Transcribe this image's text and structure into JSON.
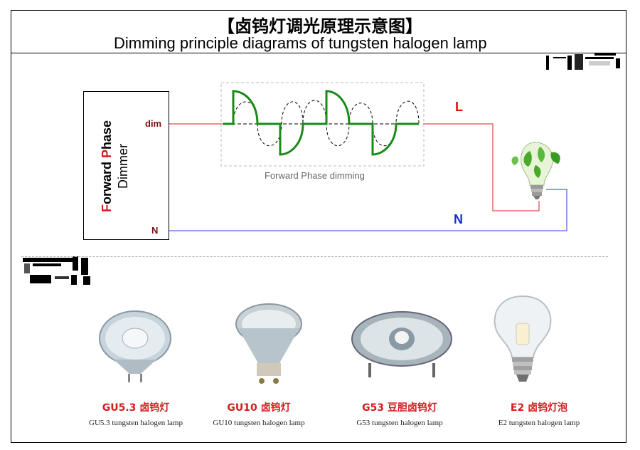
{
  "header": {
    "title_cn": "【卤钨灯调光原理示意图】",
    "title_en": "Dimming principle diagrams of tungsten halogen lamp"
  },
  "dimmer": {
    "line1_F": "F",
    "line1_mid1": "orward ",
    "line1_P": "P",
    "line1_rest": "hase",
    "line2": "Dimmer",
    "dim_label": "dim",
    "n_label": "N"
  },
  "wiring": {
    "L_label": "L",
    "N_label": "N"
  },
  "waveform": {
    "caption": "Forward Phase dimming"
  },
  "lamps": [
    {
      "name": "GU5.3 卤钨灯",
      "desc": "GU5.3 tungsten halogen lamp"
    },
    {
      "name": "GU10 卤钨灯",
      "desc": "GU10 tungsten halogen lamp"
    },
    {
      "name": "G53 豆胆卤钨灯",
      "desc": "G53 tungsten halogen lamp"
    },
    {
      "name": "E2 卤钨灯泡",
      "desc": "E2 tungsten halogen lamp"
    }
  ],
  "colors": {
    "live_wire": "#d42020",
    "neutral_wire": "#2040d0",
    "waveform": "#1a8a1a",
    "accent_red": "#d41c1c"
  }
}
